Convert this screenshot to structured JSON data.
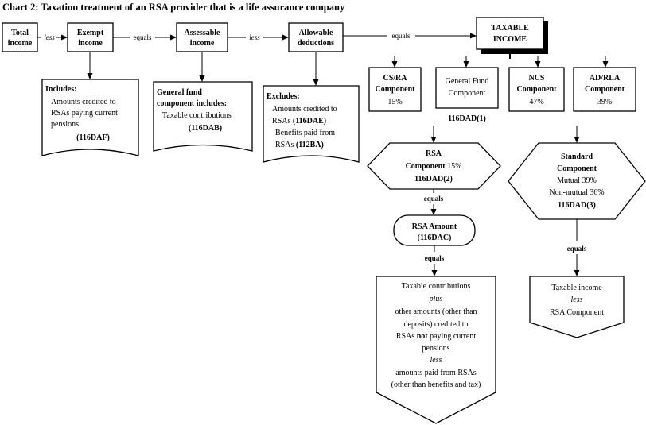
{
  "title": "Chart 2:  Taxation treatment of an RSA provider that is a life assurance company",
  "nodes": {
    "total_income": [
      "Total",
      "income"
    ],
    "exempt_income": [
      "Exempt",
      "income"
    ],
    "assessable_income": [
      "Assessable",
      "income"
    ],
    "allowable_deductions": [
      "Allowable",
      "deductions"
    ],
    "taxable_income": [
      "TAXABLE",
      "INCOME"
    ],
    "cs_ra": [
      "CS/RA",
      "Component",
      "15%"
    ],
    "general_fund": [
      "General Fund",
      "Component"
    ],
    "ncs": [
      "NCS",
      "Component",
      "47%"
    ],
    "ad_rla": [
      "AD/RLA",
      "Component",
      "39%"
    ]
  },
  "connectors": {
    "less": "less",
    "equals": "equals",
    "general_fund_ref": "116DAD(1)"
  },
  "notes": {
    "exempt": {
      "heading": "Includes:",
      "lines": [
        "Amounts credited to",
        "RSAs paying current",
        "pensions"
      ],
      "ref": "(116DAF)"
    },
    "assessable": {
      "heading": [
        "General fund",
        "component includes:"
      ],
      "lines": [
        "Taxable contributions"
      ],
      "ref": "(116DAB)"
    },
    "deductions": {
      "heading": "Excludes:",
      "line1": "Amounts credited to",
      "line2_prefix": "RSAs ",
      "line2_ref": "(116DAE)",
      "line3": "Benefits paid from",
      "line4_prefix": "RSAs ",
      "line4_ref": "(112BA)"
    }
  },
  "rsa_component": {
    "title": "RSA",
    "line2_prefix": "Component ",
    "pct": "15%",
    "ref": "116DAD(2)"
  },
  "rsa_amount": {
    "title": "RSA Amount",
    "ref": "(116DAC)"
  },
  "rsa_taxable": {
    "line1": "Taxable contributions",
    "line2": "plus",
    "line3": "other amounts (other than",
    "line4": "deposits) credited to",
    "line5_a": "RSAs ",
    "line5_b": "not",
    "line5_c": " paying current",
    "line6": "pensions",
    "line7": "less",
    "line8": "amounts paid from RSAs",
    "line9": "(other than benefits and tax)"
  },
  "standard_component": {
    "lines_bold": [
      "Standard",
      "Component"
    ],
    "mutual": "Mutual  39%",
    "non_mutual": "Non-mutual  36%",
    "ref": "116DAD(3)"
  },
  "standard_taxable": {
    "line1": "Taxable income",
    "line2": "less",
    "line3": "RSA Component"
  }
}
